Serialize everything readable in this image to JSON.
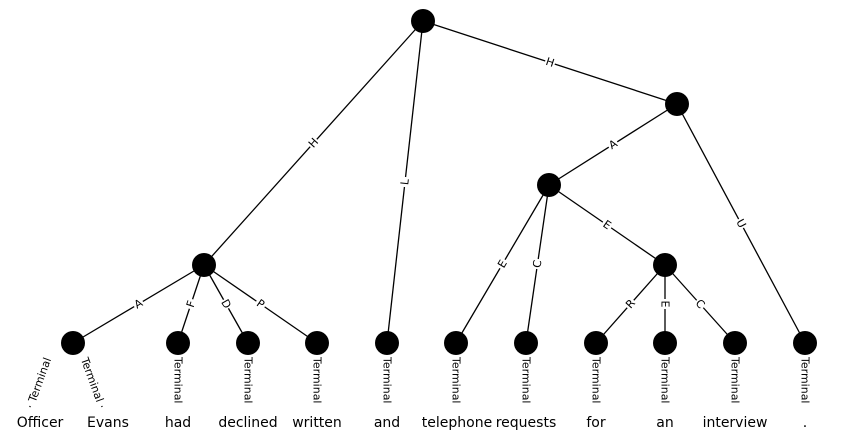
{
  "nodes": [
    {
      "id": "root"
    },
    {
      "id": "scene1"
    },
    {
      "id": "scene2"
    },
    {
      "id": "participant"
    },
    {
      "id": "process"
    },
    {
      "id": "t_officer_evans"
    },
    {
      "id": "t_had"
    },
    {
      "id": "t_declined"
    },
    {
      "id": "t_written"
    },
    {
      "id": "t_and"
    },
    {
      "id": "t_telephone"
    },
    {
      "id": "t_requests"
    },
    {
      "id": "t_for"
    },
    {
      "id": "t_an"
    },
    {
      "id": "t_interview"
    },
    {
      "id": "t_period"
    }
  ],
  "edges": [
    {
      "from": "root",
      "to": "scene1",
      "label": "H"
    },
    {
      "from": "root",
      "to": "t_and",
      "label": "L"
    },
    {
      "from": "root",
      "to": "scene2",
      "label": "H"
    },
    {
      "from": "scene1",
      "to": "t_officer_evans",
      "label": "A"
    },
    {
      "from": "scene1",
      "to": "t_had",
      "label": "F"
    },
    {
      "from": "scene1",
      "to": "t_declined",
      "label": "D"
    },
    {
      "from": "scene1",
      "to": "t_written",
      "label": "P"
    },
    {
      "from": "scene2",
      "to": "participant",
      "label": "A"
    },
    {
      "from": "scene2",
      "to": "t_period",
      "label": "U"
    },
    {
      "from": "participant",
      "to": "t_telephone",
      "label": "E"
    },
    {
      "from": "participant",
      "to": "t_requests",
      "label": "C"
    },
    {
      "from": "participant",
      "to": "process",
      "label": "E"
    },
    {
      "from": "process",
      "to": "t_for",
      "label": "R"
    },
    {
      "from": "process",
      "to": "t_an",
      "label": "E"
    },
    {
      "from": "process",
      "to": "t_interview",
      "label": "C"
    }
  ],
  "terminal_labels": [
    "Terminal",
    "Terminal",
    "Terminal",
    "Terminal",
    "Terminal",
    "Terminal",
    "Terminal",
    "Terminal",
    "Terminal",
    "Terminal",
    "Terminal",
    "Terminal",
    "Terminal"
  ],
  "terminal_label_suffixes": [
    "·",
    "·",
    "",
    "",
    "",
    "",
    "",
    "",
    "",
    "",
    "",
    "",
    "·"
  ],
  "words": [
    "Officer",
    "Evans",
    "had",
    "declined",
    "written",
    "and",
    "telephone",
    "requests",
    "for",
    "an",
    "interview",
    "."
  ]
}
